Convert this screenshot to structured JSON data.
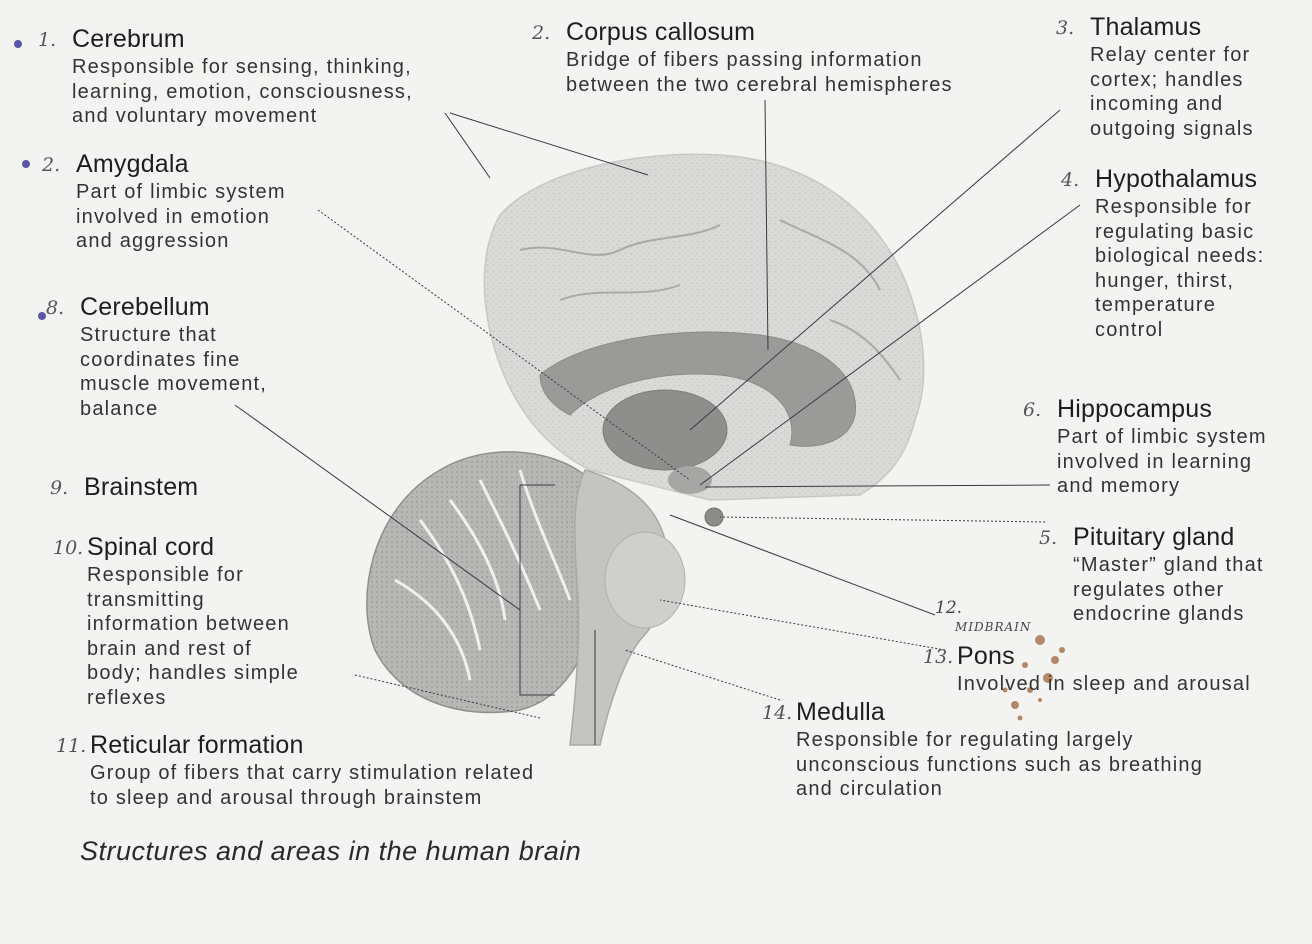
{
  "caption": "Structures and areas in the human brain",
  "labels": [
    {
      "num": "1.",
      "title": "Cerebrum",
      "desc": "Responsible for sensing, thinking,\nlearning, emotion, consciousness,\nand voluntary movement"
    },
    {
      "num": "2.",
      "title": "Corpus callosum",
      "desc": "Bridge of fibers passing information\nbetween the two cerebral hemispheres"
    },
    {
      "num": "3.",
      "title": "Thalamus",
      "desc": "Relay center for\ncortex; handles\nincoming and\noutgoing signals"
    },
    {
      "num": "2.",
      "title": "Amygdala",
      "desc": "Part of limbic system\ninvolved in emotion\nand aggression"
    },
    {
      "num": "4.",
      "title": "Hypothalamus",
      "desc": "Responsible for\nregulating basic\nbiological needs:\nhunger, thirst,\ntemperature\ncontrol"
    },
    {
      "num": "8.",
      "title": "Cerebellum",
      "desc": "Structure that\ncoordinates fine\nmuscle movement,\nbalance"
    },
    {
      "num": "6.",
      "title": "Hippocampus",
      "desc": "Part of limbic system\ninvolved in learning\nand memory"
    },
    {
      "num": "9.",
      "title": "Brainstem",
      "desc": ""
    },
    {
      "num": "5.",
      "title": "Pituitary gland",
      "desc": "“Master” gland that\nregulates other\nendocrine glands"
    },
    {
      "num": "10.",
      "title": "Spinal cord",
      "desc": "Responsible for\ntransmitting\ninformation between\nbrain and rest of\nbody; handles simple\nreflexes"
    },
    {
      "num": "13.",
      "title": "Pons",
      "desc": "Involved in sleep and arousal"
    },
    {
      "num": "14.",
      "title": "Medulla",
      "desc": "Responsible for regulating largely\nunconscious functions such as breathing\nand circulation"
    },
    {
      "num": "11.",
      "title": "Reticular formation",
      "desc": "Group of fibers that carry stimulation related\nto sleep and arousal through brainstem"
    }
  ],
  "handwritten": {
    "midbrain_num": "12.",
    "midbrain": "MIDBRAIN"
  },
  "colors": {
    "background": "#f3f3f1",
    "text": "#2a2a2a",
    "brain_fill": "#c9c9c7",
    "leader_line": "#3a3a3a",
    "pen_dot": "#5a57a8",
    "stain": "#a0653a"
  }
}
